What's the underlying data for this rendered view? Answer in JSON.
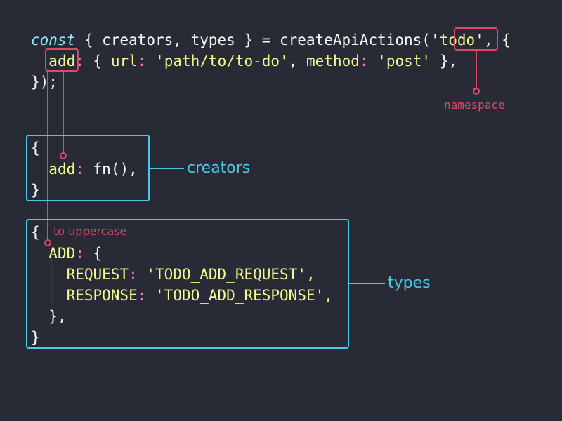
{
  "colors": {
    "background": "#282a36",
    "red_annotation": "#e0486a",
    "cyan_annotation": "#4cc9e8",
    "keyword": "#8be9fd",
    "string": "#f1fa8c",
    "operator": "#ff79c6",
    "text": "#f8f8f2"
  },
  "code": {
    "line1": {
      "kw": "const",
      "part1": " { creators, types } = createApiActions('",
      "ns": "todo",
      "part2": "', {"
    },
    "line2": {
      "indent": "  ",
      "key": "add",
      "colon": ":",
      "part1": " { ",
      "url_key": "url",
      "url_colon": ":",
      "url_val": " 'path/to/to-do'",
      "comma": ", ",
      "method_key": "method",
      "method_colon": ":",
      "method_val": " 'post'",
      "end": " },"
    },
    "line3": "});"
  },
  "creators_block": {
    "open": "{",
    "key": "add",
    "colon": ":",
    "value": " fn(),",
    "close": "}"
  },
  "types_block": {
    "open": "{",
    "key": "ADD",
    "colon": ":",
    "after": " {",
    "request_key": "REQUEST",
    "request_colon": ":",
    "request_val": " 'TODO_ADD_REQUEST',",
    "response_key": "RESPONSE",
    "response_colon": ":",
    "response_val": " 'TODO_ADD_RESPONSE',",
    "inner_close": "},",
    "close": "}"
  },
  "annotations": {
    "namespace": "namespace",
    "creators": "creators",
    "types": "types",
    "to_uppercase": "to uppercase"
  }
}
